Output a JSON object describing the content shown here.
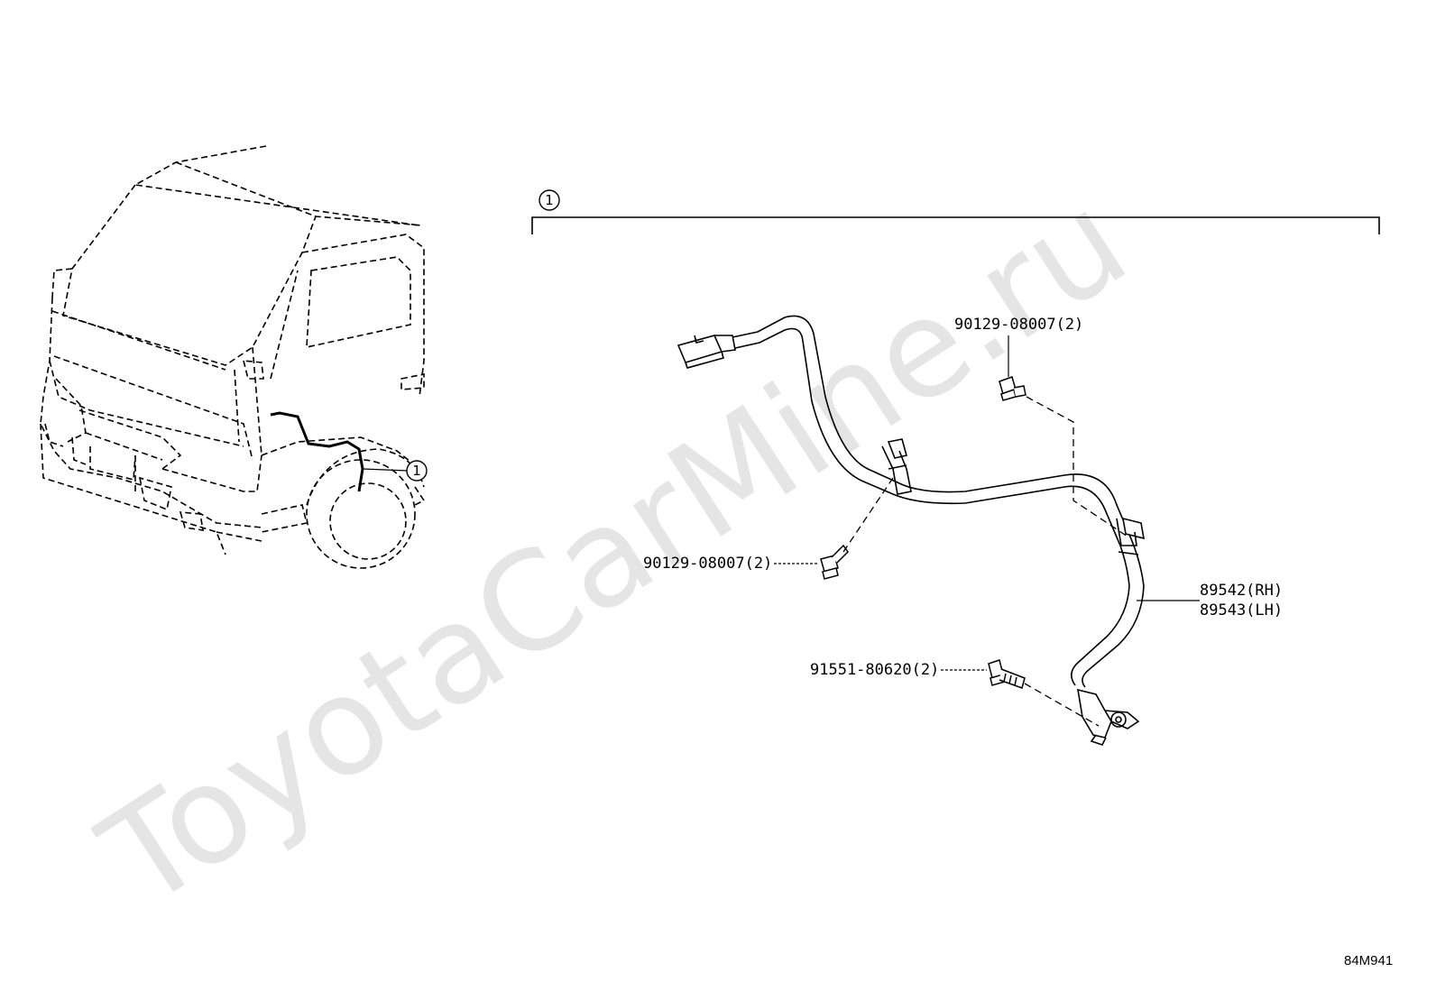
{
  "watermark": "ToyotaCarMine.ru",
  "diagram_code": "84M941",
  "assembly_ref": "1",
  "vehicle_ref": "1",
  "parts": {
    "connector_bolt_upper": "90129-08007(2)",
    "connector_bolt_lower": "90129-08007(2)",
    "sensor_bolt": "91551-80620(2)",
    "sensor_rh": "89542(RH)",
    "sensor_lh": "89543(LH)"
  }
}
